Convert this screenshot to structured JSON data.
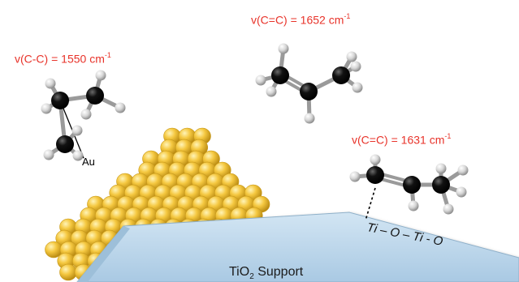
{
  "labels": {
    "vcc_prefix": "v(C-C) = 1550 cm",
    "vcc_exp": "-1",
    "vcc_top_prefix": "v(C=C) = 1652 cm",
    "vcc_top_exp": "-1",
    "vcc_right_prefix": "v(C=C) = 1631 cm",
    "vcc_right_exp": "-1",
    "au": "Au",
    "ti_chain": "Ti – O – Ti - O",
    "support_main": "TiO",
    "support_sub": "2",
    "support_tail": " Support"
  },
  "colors": {
    "label_red": "#e8332a",
    "gold": "#f5c840",
    "support_blue": "#bcd6ea",
    "carbon": "#111111",
    "hydrogen": "#d8d8d8"
  }
}
